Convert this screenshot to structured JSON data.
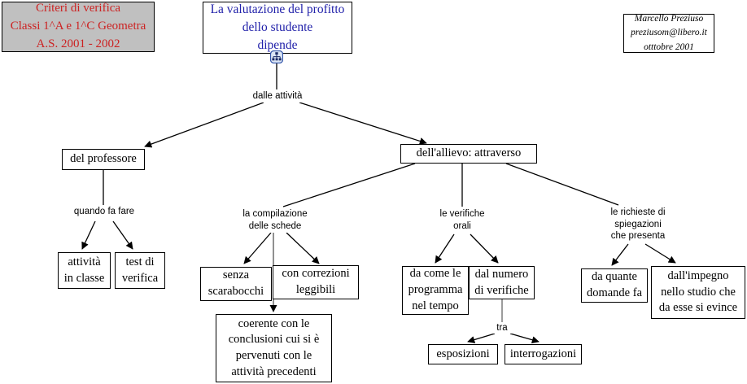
{
  "document": {
    "kind": "concept-map",
    "language": "it",
    "background": "#ffffff",
    "accent_blue": "#2222aa",
    "accent_red": "#cc2222",
    "header_fill": "#c0c0c0"
  },
  "header": {
    "title_card": {
      "text": "Criteri di verifica\nClassi 1^A e 1^C Geometra\nA.S. 2001 - 2002"
    },
    "author_card": {
      "text": "Marcello Preziuso\npreziusom@libero.it\notttobre 2001"
    }
  },
  "root": {
    "text": "La valutazione del profitto\ndello studente\ndipende",
    "handle_icon": "hierarchy-expand-icon"
  },
  "nodes": [
    {
      "id": "professore",
      "text": "del professore"
    },
    {
      "id": "allievo",
      "text": "dell'allievo: attraverso"
    },
    {
      "id": "attivita",
      "text": "attività\nin classe"
    },
    {
      "id": "test",
      "text": "test di\nverifica"
    },
    {
      "id": "senza",
      "text": "senza\nscarabocchi"
    },
    {
      "id": "correzioni",
      "text": "con correzioni\nleggibili"
    },
    {
      "id": "coerente",
      "text": "coerente con le\nconclusioni cui si è\npervenuti con le\nattività precedenti"
    },
    {
      "id": "programma",
      "text": "da come le\nprogramma\nnel tempo"
    },
    {
      "id": "numero",
      "text": "dal numero\ndi verifiche"
    },
    {
      "id": "esposizioni",
      "text": "esposizioni"
    },
    {
      "id": "interrogazioni",
      "text": "interrogazioni"
    },
    {
      "id": "domande",
      "text": "da quante\ndomande fa"
    },
    {
      "id": "impegno",
      "text": "dall'impegno\nnello studio che\nda esse si evince"
    }
  ],
  "link_labels": [
    {
      "id": "dalle-attivita",
      "text": "dalle attività"
    },
    {
      "id": "quando-fa-fare",
      "text": "quando fa fare"
    },
    {
      "id": "la-compilazione",
      "text": "la compilazione\ndelle schede"
    },
    {
      "id": "le-verifiche",
      "text": "le verifiche\norali"
    },
    {
      "id": "le-richieste",
      "text": "le richieste di\nspiegazioni\nche presenta"
    },
    {
      "id": "tra",
      "text": "tra"
    }
  ]
}
